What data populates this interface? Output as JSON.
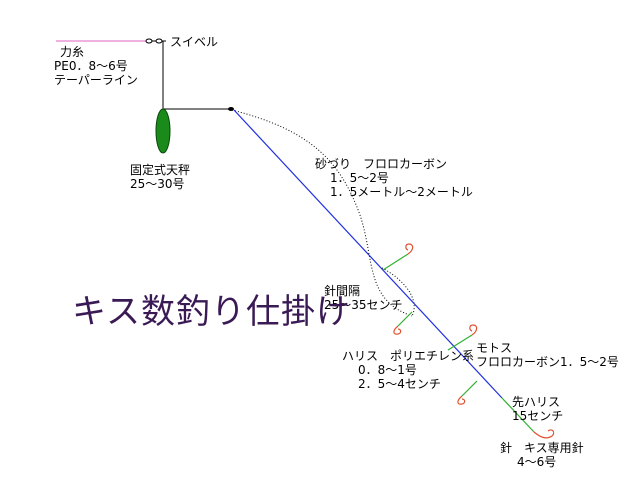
{
  "title": "キス数釣り仕掛け",
  "labels": {
    "swivel": "スイベル",
    "shock_leader_title": "力糸",
    "shock_leader_spec": "PE0．8～6号",
    "shock_leader_type": "テーパーライン",
    "sinker_title": "固定式天秤",
    "sinker_spec": "25～30号",
    "sand_line_title": "砂づり　フロロカーボン",
    "sand_line_spec1": "1．5～2号",
    "sand_line_spec2": "1．5メートル～2メートル",
    "hook_spacing_title": "針間隔",
    "hook_spacing_spec": "25～35センチ",
    "mainline_title": "モトス",
    "mainline_spec": "フロロカーボン1．5～2号",
    "branch_title": "ハリス　ポリエチレン系",
    "branch_spec1": "0．8～1号",
    "branch_spec2": "2．5～4センチ",
    "tip_title": "先ハリス",
    "tip_spec": "15センチ",
    "hook_title": "針　キス専用針",
    "hook_spec": "4～6号"
  },
  "colors": {
    "shock_leader": "#e060c0",
    "main_line": "#2030e0",
    "branch_line": "#30b030",
    "hook": "#e05030",
    "sinker": "#1a8a1a",
    "title": "#3a1a55"
  }
}
